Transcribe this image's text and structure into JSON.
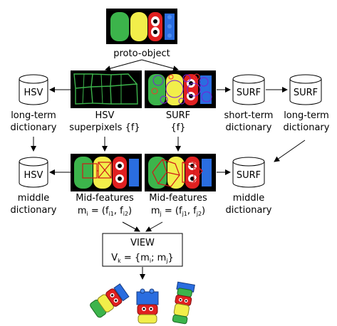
{
  "diagram": {
    "proto_object_label": "proto-object",
    "hsv_db_label": "HSV",
    "surf_db_label": "SURF",
    "long_term_dict_left": {
      "line1": "long-term",
      "line2": "dictionary"
    },
    "hsv_superpixels": {
      "line1": "HSV",
      "line2": "superpixels {f}"
    },
    "surf_features": {
      "line1": "SURF",
      "line2": "{f}"
    },
    "short_term_dict": {
      "line1": "short-term",
      "line2": "dictionary"
    },
    "long_term_dict_right": {
      "line1": "long-term",
      "line2": "dictionary"
    },
    "middle_dict_left": {
      "line1": "middle",
      "line2": "dictionary"
    },
    "mid_features_i": {
      "line1": "Mid-features",
      "line2_prefix": "m",
      "sub_i": "i",
      "line2_mid": " = (f",
      "sub_i1": "i1",
      "comma": ", f",
      "sub_i2": "i2",
      "close": ")"
    },
    "mid_features_j": {
      "line1": "Mid-features",
      "line2_prefix": "m",
      "sub_j": "j",
      "line2_mid": " = (f",
      "sub_j1": "j1",
      "comma": ", f",
      "sub_j2": "j2",
      "close": ")"
    },
    "middle_dict_right": {
      "line1": "middle",
      "line2": "dictionary"
    },
    "view": {
      "title": "VIEW",
      "v": "V",
      "sub_k": "k",
      "eq": " = {m",
      "sub_i": "i",
      "sep": "; m",
      "sub_j": "j",
      "close": "}"
    }
  },
  "colors": {
    "green": "#3cb44b",
    "yellow": "#f2ee4a",
    "red": "#e02020",
    "blue": "#2a6de0",
    "white": "#ffffff",
    "black": "#000000"
  }
}
